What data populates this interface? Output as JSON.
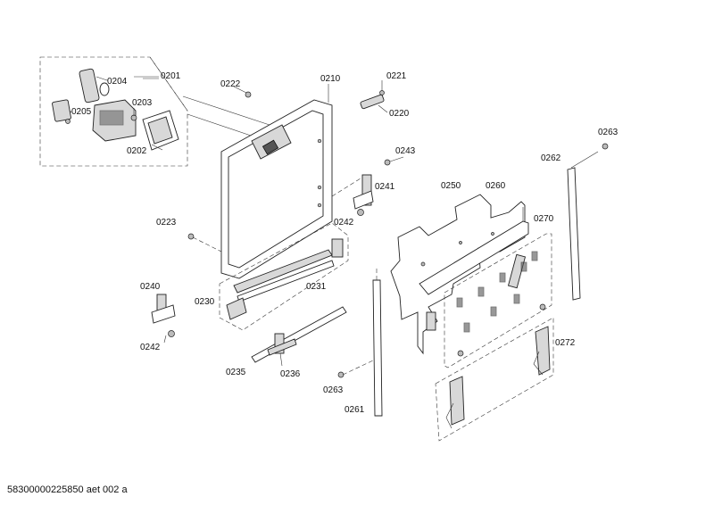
{
  "labels": {
    "p0201": "0201",
    "p0202": "0202",
    "p0203": "0203",
    "p0204": "0204",
    "p0205": "0205",
    "p0210": "0210",
    "p0220": "0220",
    "p0221": "0221",
    "p0222": "0222",
    "p0223": "0223",
    "p0230": "0230",
    "p0231": "0231",
    "p0235": "0235",
    "p0236": "0236",
    "p0240": "0240",
    "p0241": "0241",
    "p0242a": "0242",
    "p0242b": "0242",
    "p0243": "0243",
    "p0250": "0250",
    "p0260": "0260",
    "p0261": "0261",
    "p0262": "0262",
    "p0263a": "0263",
    "p0263b": "0263",
    "p0270": "0270",
    "p0272": "0272"
  },
  "footer": "58300000225850 aet 002 a"
}
